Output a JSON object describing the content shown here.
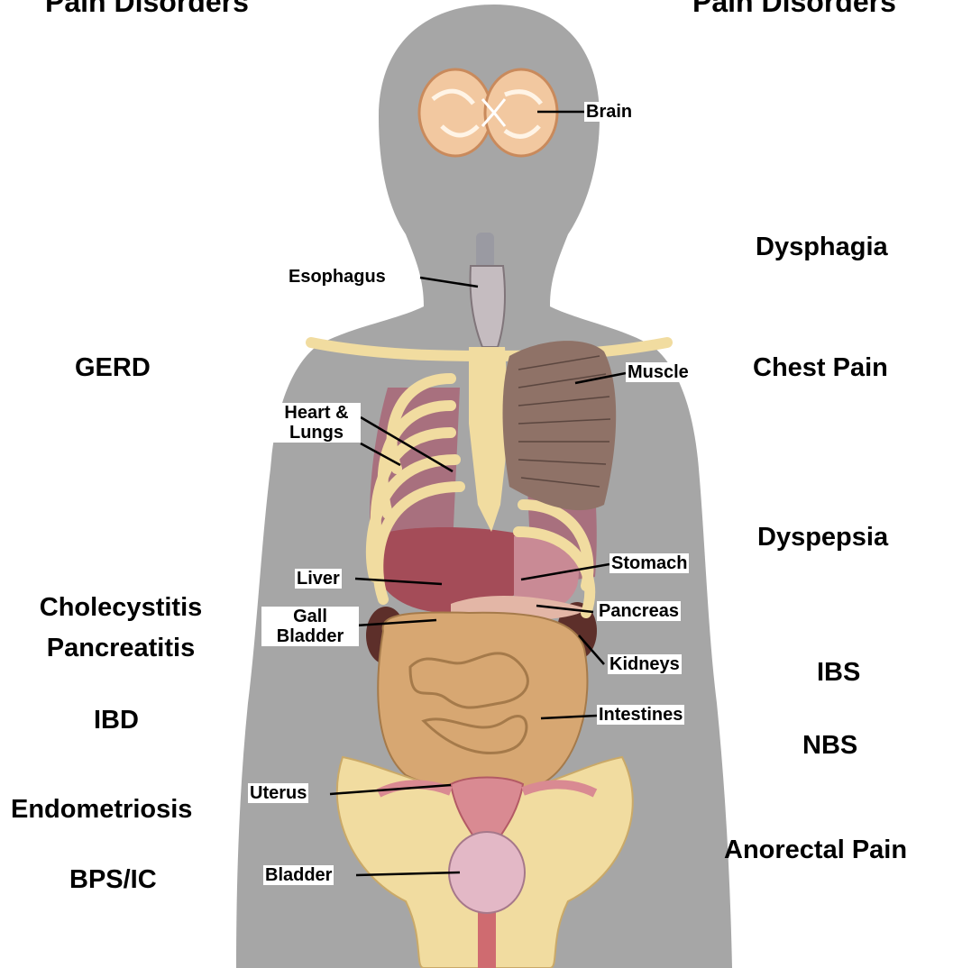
{
  "headers": {
    "left": "Pain Disorders",
    "right": "Pain Disorders"
  },
  "left_conditions": {
    "gerd": "GERD",
    "cholecystitis": "Cholecystitis",
    "pancreatitis": "Pancreatitis",
    "ibd": "IBD",
    "endometriosis": "Endometriosis",
    "bps_ic": "BPS/IC"
  },
  "right_conditions": {
    "dysphagia": "Dysphagia",
    "chest_pain": "Chest Pain",
    "dyspepsia": "Dyspepsia",
    "ibs": "IBS",
    "nbs": "NBS",
    "anorectal_pain": "Anorectal Pain"
  },
  "organs": {
    "brain": "Brain",
    "esophagus": "Esophagus",
    "muscle": "Muscle",
    "heart_lungs_line1": "Heart &",
    "heart_lungs_line2": "Lungs",
    "liver": "Liver",
    "gall_bladder_line1": "Gall",
    "gall_bladder_line2": "Bladder",
    "stomach": "Stomach",
    "pancreas": "Pancreas",
    "kidneys": "Kidneys",
    "intestines": "Intestines",
    "uterus": "Uterus",
    "bladder": "Bladder"
  },
  "colors": {
    "silhouette": "#a6a6a6",
    "bone": "#f1dca0",
    "lung": "#a8707e",
    "muscle": "#8f7267",
    "intestine": "#d7a772",
    "liver": "#a44c58",
    "brain": "#f2c8a0"
  }
}
